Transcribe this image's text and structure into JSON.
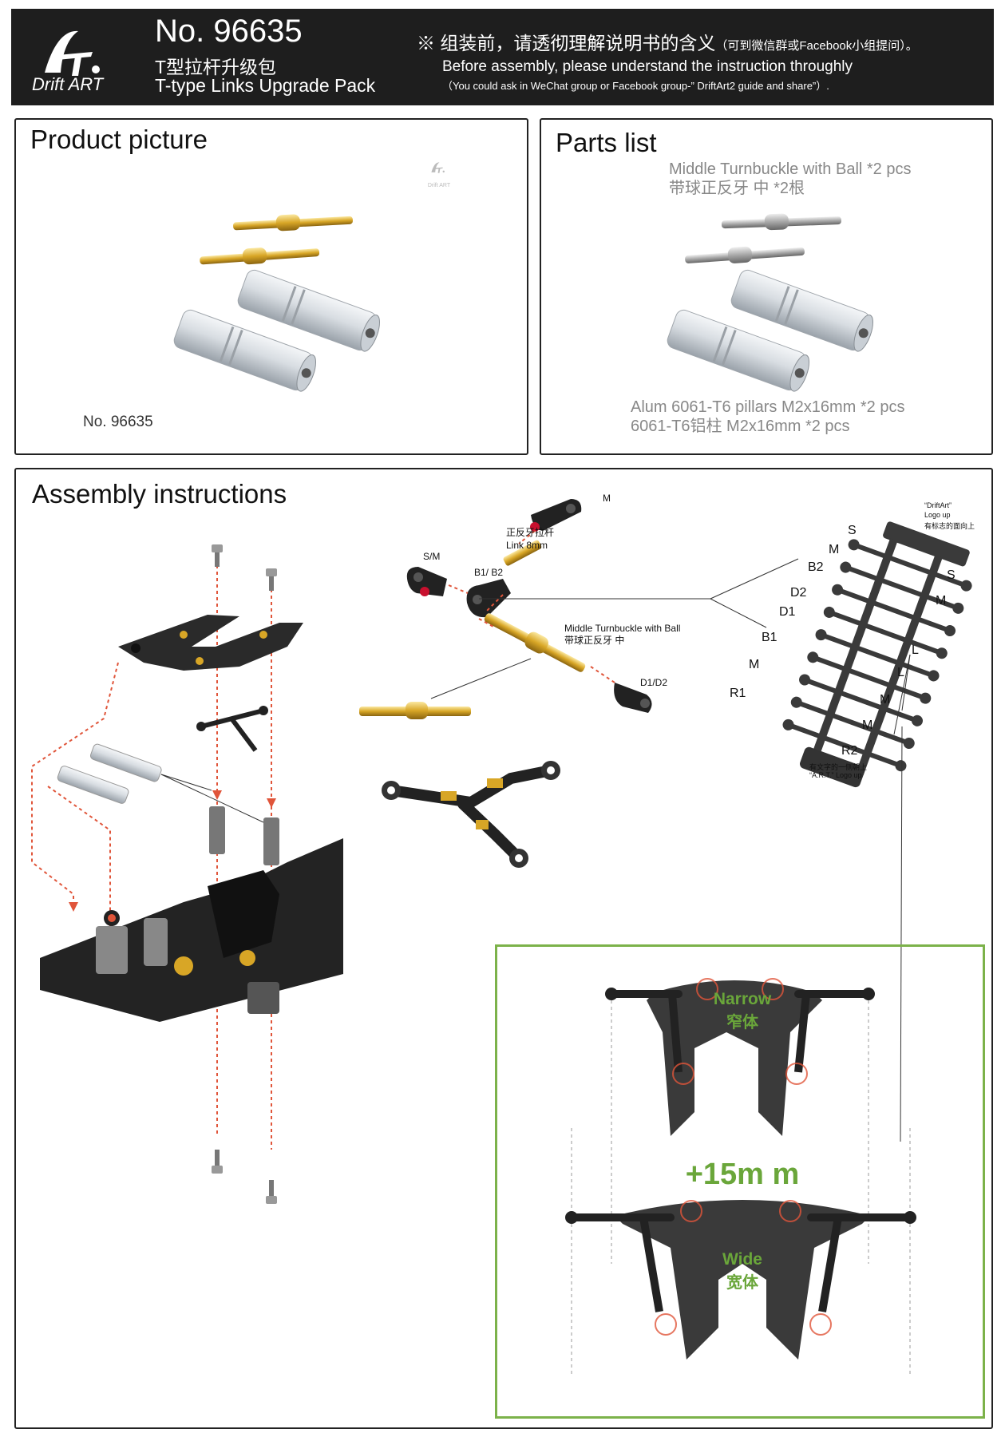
{
  "header": {
    "brand": "Drift ART",
    "product_no": "No. 96635",
    "title_cn": "T型拉杆升级包",
    "title_en": "T-type Links Upgrade Pack",
    "note_cn": "※ 组装前，请透彻理解说明书的含义",
    "note_cn_small": "（可到微信群或Facebook小组提问）。",
    "note_en": "Before assembly, please understand the instruction throughly",
    "note_en_small": "（You could ask in WeChat group or Facebook group-” DriftArt2 guide and share”）."
  },
  "product_panel": {
    "title": "Product picture",
    "product_no": "No. 96635",
    "watermark": "Drift ART"
  },
  "parts_panel": {
    "title": "Parts list",
    "turnbuckle_en": "Middle Turnbuckle with Ball *2 pcs",
    "turnbuckle_cn": "带球正反牙 中 *2根",
    "pillar_en": "Alum 6061-T6 pillars M2x16mm *2 pcs",
    "pillar_cn": "6061-T6铝柱 M2x16mm *2 pcs"
  },
  "assembly": {
    "title": "Assembly instructions",
    "labels": {
      "m": "M",
      "sm": "S/M",
      "b1b2": "B1/ B2",
      "link_cn": "正反牙拉杆",
      "link_en": "Link  8mm",
      "mid_en": "Middle Turnbuckle with Ball",
      "mid_cn": "带球正反牙 中",
      "d1d2": "D1/D2",
      "driftart_note": "“DriftArt”",
      "logo_up": "Logo up",
      "logo_up_cn": "有标志的面向上",
      "text_side_cn": "有文字的一侧朝上",
      "art_logo_up": "“A.R.T.” Logo up"
    },
    "tree_labels": [
      "S",
      "M",
      "B2",
      "D2",
      "D1",
      "B1",
      "M",
      "R1",
      "S",
      "M",
      "L",
      "L",
      "M",
      "M",
      "R2"
    ],
    "narrow_en": "Narrow",
    "narrow_cn": "窄体",
    "offset": "+15m m",
    "wide_en": "Wide",
    "wide_cn": "宽体"
  },
  "colors": {
    "header_bg": "#1e1e1e",
    "accent_green": "#6aa63a",
    "arrow_red": "#e0553a",
    "gold": "#d8a626"
  }
}
